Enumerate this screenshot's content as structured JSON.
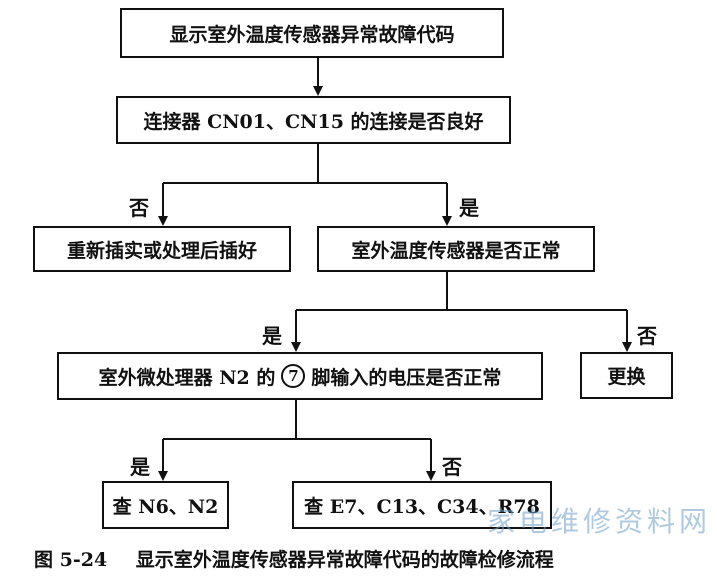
{
  "nodes": {
    "start": "显示室外温度传感器异常故障代码",
    "connector_check": "连接器 CN01、CN15 的连接是否良好",
    "reinsert": "重新插实或处理后插好",
    "sensor_check": "室外温度传感器是否正常",
    "voltage_check_pre": "室外微处理器 N2 的",
    "voltage_check_pin": "7",
    "voltage_check_post": "脚输入的电压是否正常",
    "replace": "更换",
    "check_n6_n2": "查 N6、N2",
    "check_e7": "查 E7、C13、C34、R78"
  },
  "edge_labels": {
    "no_1": "否",
    "yes_1": "是",
    "yes_2": "是",
    "no_2": "否",
    "yes_3": "是",
    "no_3": "否"
  },
  "caption": {
    "number": "图 5-24",
    "text": "显示室外温度传感器异常故障代码的故障检修流程"
  },
  "watermark": "家电维修资料网"
}
